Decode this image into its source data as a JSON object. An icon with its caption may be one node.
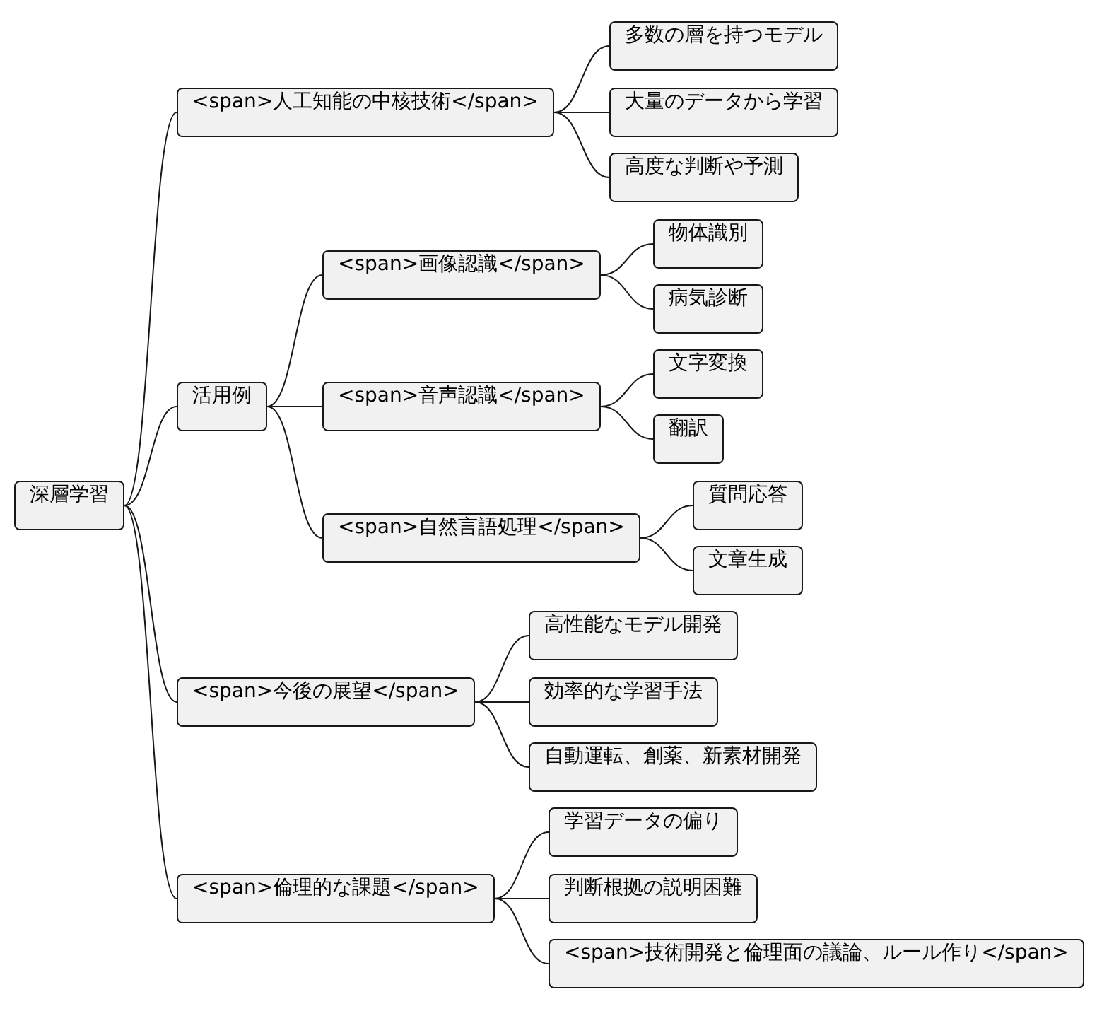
{
  "diagram": {
    "nodes": [
      {
        "text": [
          "深層学習"
        ]
      },
      {
        "text": [
          "<span>人工知能の中核技術</span>"
        ]
      },
      {
        "text": [
          "多数の層を持つモデル"
        ]
      },
      {
        "text": [
          "大量のデータから学習"
        ]
      },
      {
        "text": [
          "高度な判断や予測"
        ]
      },
      {
        "text": [
          "活用例"
        ]
      },
      {
        "text": [
          "<span>画像認識</span>"
        ]
      },
      {
        "text": [
          "物体識別"
        ]
      },
      {
        "text": [
          "病気診断"
        ]
      },
      {
        "text": [
          "<span>音声認識</span>"
        ]
      },
      {
        "text": [
          "文字変換"
        ]
      },
      {
        "text": [
          "翻訳"
        ]
      },
      {
        "text": [
          "<span>自然言語処理</span>"
        ]
      },
      {
        "text": [
          "質問応答"
        ]
      },
      {
        "text": [
          "文章生成"
        ]
      },
      {
        "text": [
          "<span>今後の展望</span>"
        ]
      },
      {
        "text": [
          "高性能なモデル開発"
        ]
      },
      {
        "text": [
          "効率的な学習手法"
        ]
      },
      {
        "text": [
          "自動運転、創薬、新素材開発"
        ]
      },
      {
        "text": [
          "<span>倫理的な課題</span>"
        ]
      },
      {
        "text": [
          "学習データの偏り"
        ]
      },
      {
        "text": [
          "判断根拠の説明困難"
        ]
      },
      {
        "text": [
          "<span>技術開発と倫理面の議論、ルール作り</span>"
        ]
      }
    ],
    "edges": [
      {
        "from": 0,
        "to": 1,
        "arrow": "none"
      },
      {
        "from": 1,
        "to": 2,
        "arrow": "none"
      },
      {
        "from": 1,
        "to": 3,
        "arrow": "none"
      },
      {
        "from": 1,
        "to": 4,
        "arrow": "none"
      },
      {
        "from": 0,
        "to": 5,
        "arrow": "none"
      },
      {
        "from": 5,
        "to": 6,
        "arrow": "none"
      },
      {
        "from": 6,
        "to": 7,
        "arrow": "none"
      },
      {
        "from": 6,
        "to": 8,
        "arrow": "none"
      },
      {
        "from": 5,
        "to": 9,
        "arrow": "none"
      },
      {
        "from": 9,
        "to": 10,
        "arrow": "none"
      },
      {
        "from": 9,
        "to": 11,
        "arrow": "none"
      },
      {
        "from": 5,
        "to": 12,
        "arrow": "none"
      },
      {
        "from": 12,
        "to": 13,
        "arrow": "none"
      },
      {
        "from": 12,
        "to": 14,
        "arrow": "none"
      },
      {
        "from": 0,
        "to": 15,
        "arrow": "none"
      },
      {
        "from": 15,
        "to": 16,
        "arrow": "none"
      },
      {
        "from": 15,
        "to": 17,
        "arrow": "none"
      },
      {
        "from": 15,
        "to": 18,
        "arrow": "none"
      },
      {
        "from": 0,
        "to": 19,
        "arrow": "none"
      },
      {
        "from": 19,
        "to": 20,
        "arrow": "none"
      },
      {
        "from": 19,
        "to": 21,
        "arrow": "none"
      },
      {
        "from": 19,
        "to": 22,
        "arrow": "none"
      }
    ]
  }
}
